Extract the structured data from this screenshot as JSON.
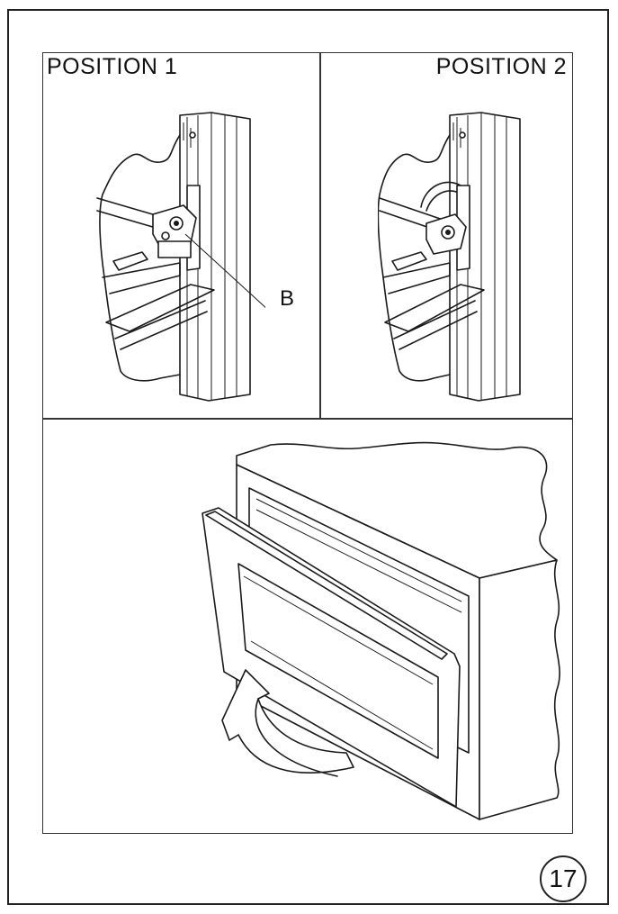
{
  "figure": {
    "panel_left_label": "POSITION 1",
    "panel_right_label": "POSITION 2",
    "callout_label": "B"
  },
  "page": {
    "number": "17"
  }
}
